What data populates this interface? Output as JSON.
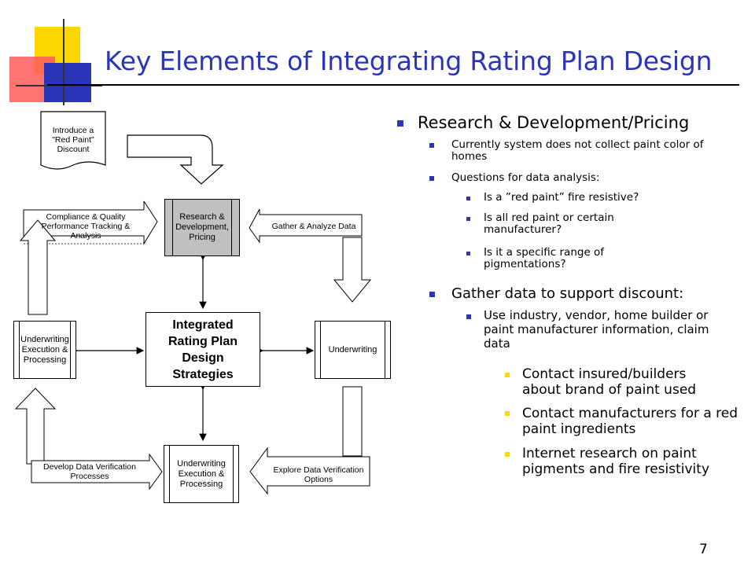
{
  "slide": {
    "title": "Key Elements of Integrating Rating Plan Design",
    "page_number": "7"
  },
  "diagram": {
    "doc_label": "Introduce a \"Red Paint\" Discount",
    "compliance_label": "Compliance & Quality Performance Tracking & Analysis",
    "research_box": "Research & Development, Pricing",
    "gather_label": "Gather & Analyze Data",
    "center_box": "Integrated Rating Plan Design Strategies",
    "uw_exec_left": "Underwriting Execution & Processing",
    "underwriting_right": "Underwriting",
    "develop_label": "Develop Data Verification Processes",
    "uw_exec_bottom": "Underwriting Execution & Processing",
    "explore_label": "Explore Data Verification Options"
  },
  "bullets": {
    "l1": "Research & Development/Pricing",
    "l2a": "Currently system does not collect paint color of homes",
    "l2b": "Questions for data analysis:",
    "l3a": "Is a ”red paint” fire resistive?",
    "l3b": "Is all red paint or certain manufacturer?",
    "l3c": "Is it a specific range of pigmentations?",
    "l2c": "Gather data to support discount:",
    "l3d": "Use industry, vendor, home builder or paint manufacturer information, claim data",
    "l4a": "Contact insured/builders about brand of paint used",
    "l4b": "Contact manufacturers for a red paint ingredients",
    "l4c": "Internet research on paint pigments and fire resistivity"
  },
  "colors": {
    "title": "#2a35b8",
    "bullet_blue": "#2a35b8",
    "bullet_yellow": "#ffd700",
    "accent_red": "#ff4a4a",
    "shaded_box": "#c0c0c0"
  }
}
